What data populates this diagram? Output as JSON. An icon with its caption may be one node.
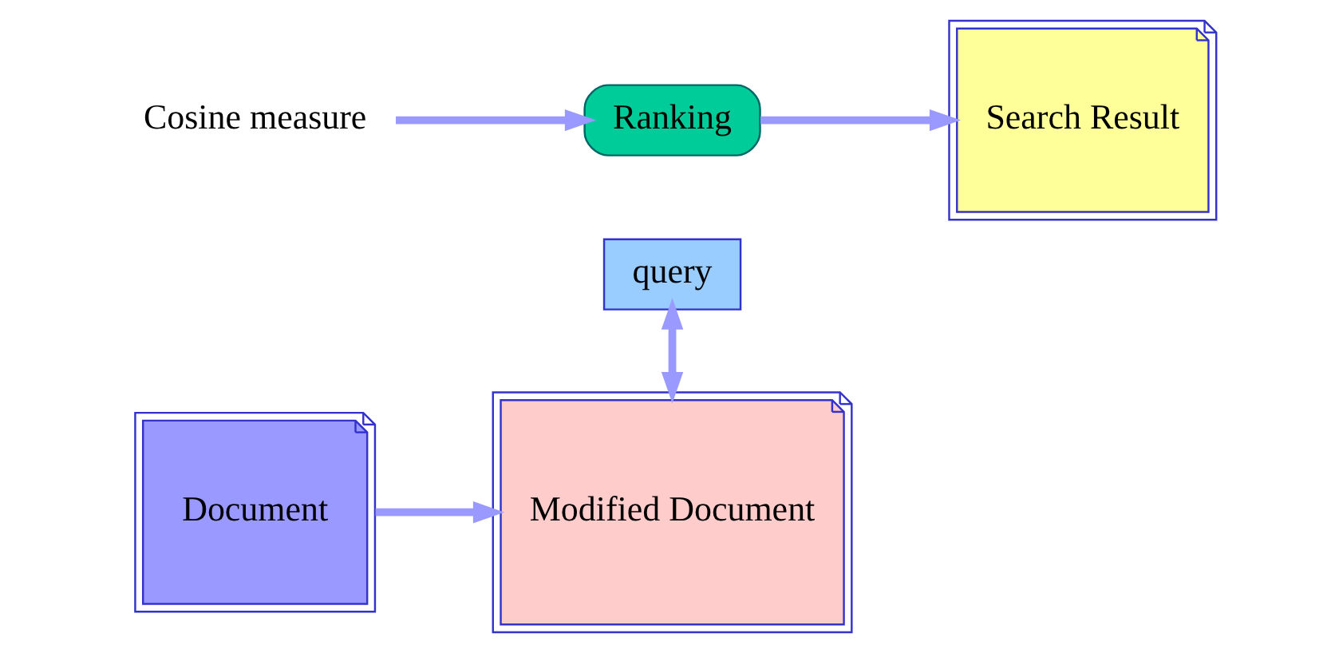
{
  "diagram": {
    "nodes": [
      {
        "text": [
          "query"
        ]
      },
      {
        "text": [
          "Cosine measure"
        ]
      },
      {
        "text": [
          "Ranking"
        ]
      },
      {
        "text": [
          "Search Result"
        ]
      },
      {
        "text": [
          "Document"
        ]
      },
      {
        "text": [
          "Modified Document"
        ]
      }
    ],
    "edges": [
      {
        "from": 0,
        "to": 5,
        "arrow": "both"
      },
      {
        "from": 1,
        "to": 2,
        "arrow": "to"
      },
      {
        "from": 2,
        "to": 3,
        "arrow": "to"
      },
      {
        "from": 4,
        "to": 5,
        "arrow": "to"
      }
    ]
  }
}
